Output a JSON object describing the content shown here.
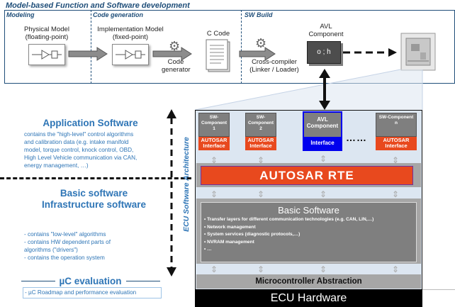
{
  "header": {
    "title": "Model-based Function and Software development"
  },
  "dev": {
    "stages": {
      "modeling": "Modeling",
      "code_gen": "Code generation",
      "sw_build": "SW Build"
    },
    "physical_model": [
      "Physical Model",
      "(floating-point)"
    ],
    "impl_model": [
      "Implementation Model",
      "(fixed-point)"
    ],
    "c_code": "C Code",
    "code_generator": [
      "Code",
      "generator"
    ],
    "cross_compiler": [
      "Cross-compiler",
      "(Linker / Loader)"
    ],
    "avl_component": [
      "AVL",
      "Component"
    ],
    "file_icon_text": "o ; h"
  },
  "left": {
    "app_title": "Application  Software",
    "app_desc": [
      "contains the \"high-level\" control algorithms",
      "and calibration data (e.g. intake manifold",
      "model, torque control, knock control, OBD,",
      "High Level Vehicle communication via CAN,",
      "energy management, …)"
    ],
    "basic_title": [
      "Basic software",
      "Infrastructure software"
    ],
    "basic_desc": [
      "- contains \"low-level\" algorithms",
      "- contains HW dependent parts of",
      "algorithms (\"drivers\")",
      "- contains the operation system"
    ],
    "uc_title": "µC evaluation",
    "uc_box": "- µC Roadmap and performance evaluation",
    "vertical_label": "ECU Software Architecture"
  },
  "ecu": {
    "components": [
      {
        "title": "SW-Component",
        "num": "1"
      },
      {
        "title": "SW-Component",
        "num": "2"
      },
      {
        "title": "SW-Component",
        "num": "n"
      }
    ],
    "avl": {
      "line1": "AVL",
      "line2": "Component",
      "iface": "Interface"
    },
    "autosar_iface": [
      "AUTOSAR",
      "Interface"
    ],
    "dots": "……",
    "rte": "AUTOSAR  RTE",
    "basic_sw_title": "Basic Software",
    "basic_sw_items": [
      "• Transfer layers for different communication technologies (e.g. CAN, LIN,…)",
      "• Network management",
      "• System services (diagnostic protocols,…)",
      "• NVRAM management",
      "• …"
    ],
    "mcal": "Microcontroller Abstraction",
    "hardware": "ECU Hardware"
  },
  "colors": {
    "dark_blue": "#1f4e79",
    "light_blue": "#2e75b6",
    "orange": "#e8491e",
    "avl_blue": "#0000ee"
  }
}
